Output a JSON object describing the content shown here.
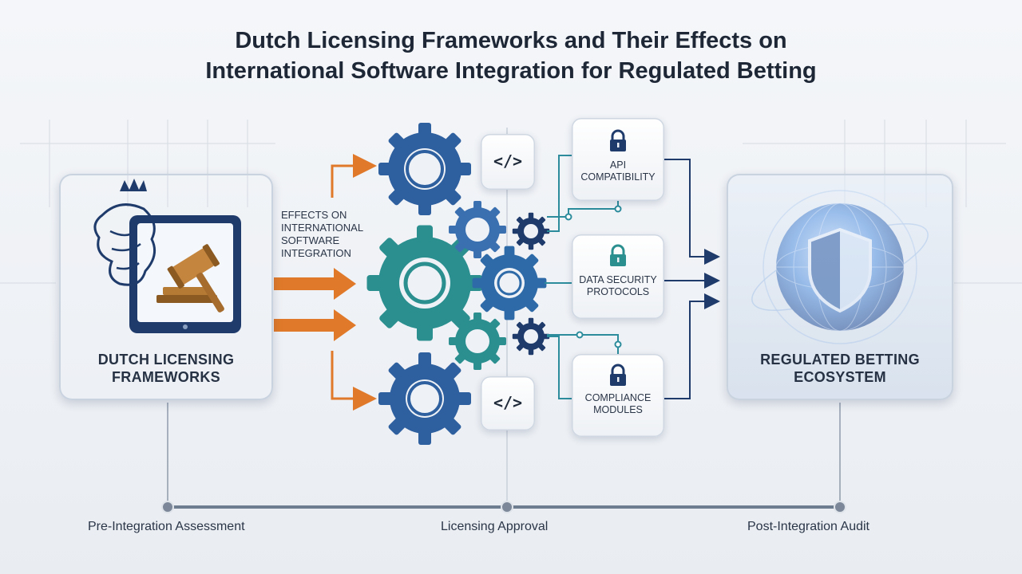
{
  "title": {
    "line1": "Dutch Licensing Frameworks and Their Effects on",
    "line2": "International Software Integration for Regulated Betting"
  },
  "source_node": {
    "label_line1": "Dutch Licensing",
    "label_line2": "Frameworks",
    "icon": "lion-gavel-tablet-icon"
  },
  "effects_label": [
    "Effects on",
    "International",
    "Software",
    "Integration"
  ],
  "modules": [
    {
      "label_line1": "API",
      "label_line2": "Compatibility",
      "icon": "lock-icon"
    },
    {
      "label_line1": "Data Security",
      "label_line2": "Protocols",
      "icon": "lock-icon"
    },
    {
      "label_line1": "Compliance",
      "label_line2": "Modules",
      "icon": "lock-icon"
    }
  ],
  "code_icons": [
    "</>",
    "</>"
  ],
  "target_node": {
    "label_line1": "Regulated Betting",
    "label_line2": "Ecosystem",
    "icon": "globe-shield-icon"
  },
  "timeline": {
    "stages": [
      "Pre-Integration Assessment",
      "Licensing Approval",
      "Post-Integration Audit"
    ]
  },
  "colors": {
    "arrow_orange": "#e07a2a",
    "connector_navy": "#1f3b6b",
    "connector_teal": "#2c8c9c",
    "gear_blue": "#2e5f9e",
    "gear_teal": "#2b8f8f",
    "globe_blue": "#2e6fd0"
  }
}
